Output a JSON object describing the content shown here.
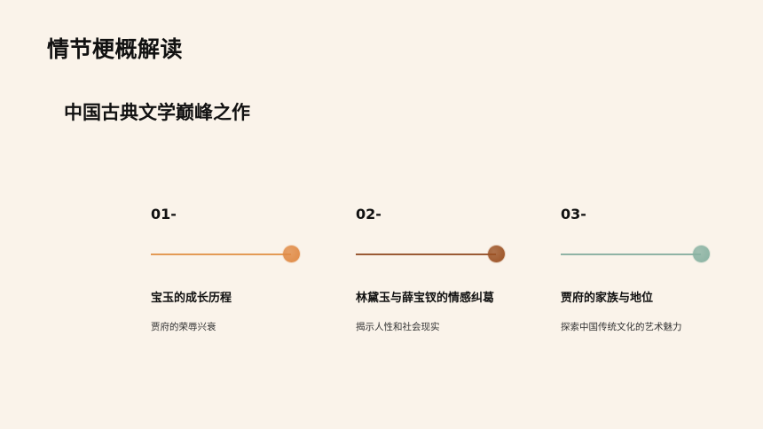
{
  "page": {
    "title": "情节梗概解读",
    "subtitle": "中国古典文学巅峰之作"
  },
  "steps": [
    {
      "number": "01-",
      "heading": "宝玉的成长历程",
      "description": "贾府的荣辱兴衰",
      "line_color": "#e39a55",
      "dot_color": "#e08a45"
    },
    {
      "number": "02-",
      "heading": "林黛玉与薛宝钗的情感纠葛",
      "description": "揭示人性和社会现实",
      "line_color": "#9a5a35",
      "dot_color": "#9c5224"
    },
    {
      "number": "03-",
      "heading": "贾府的家族与地位",
      "description": "探索中国传统文化的艺术魅力",
      "line_color": "#8fb3a5",
      "dot_color": "#89b2a2"
    }
  ]
}
